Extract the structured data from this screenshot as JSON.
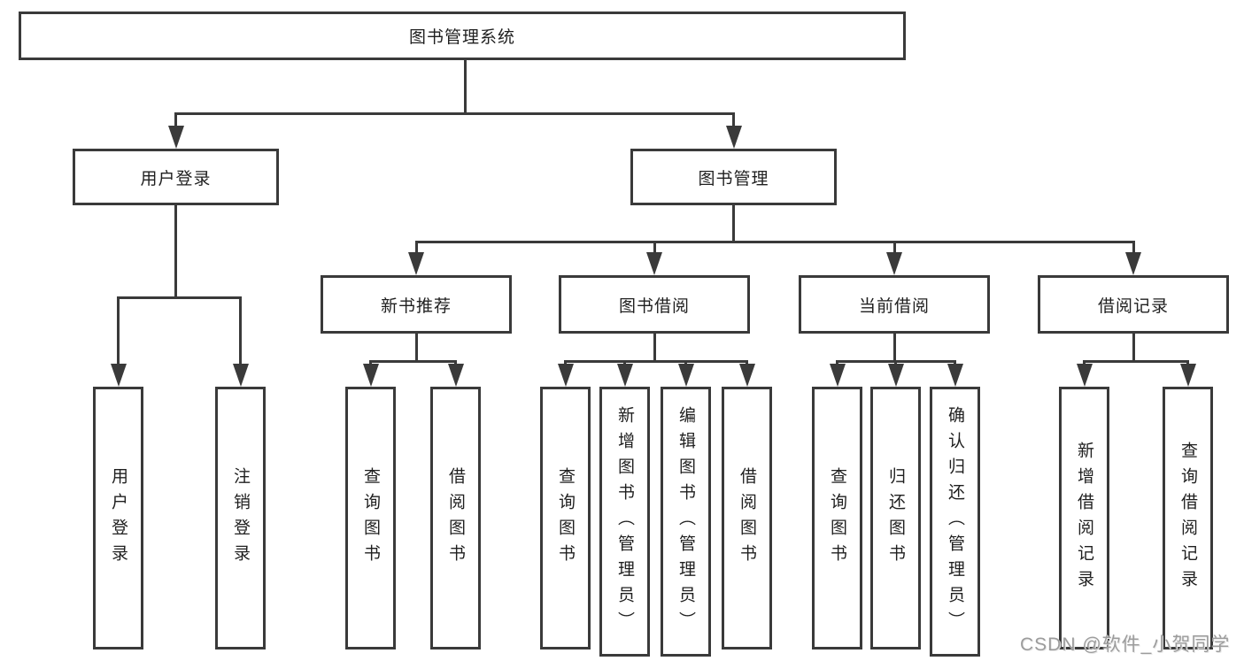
{
  "diagram": {
    "root": {
      "label": "图书管理系统"
    },
    "level2": {
      "user_login": {
        "label": "用户登录"
      },
      "book_management": {
        "label": "图书管理"
      }
    },
    "level3": {
      "new_book_recommend": {
        "label": "新书推荐"
      },
      "book_borrow": {
        "label": "图书借阅"
      },
      "current_borrow": {
        "label": "当前借阅"
      },
      "borrow_records": {
        "label": "借阅记录"
      }
    },
    "leaves": {
      "user_login": {
        "label": "用户登录"
      },
      "logout": {
        "label": "注销登录"
      },
      "recommend_query_books": {
        "label": "查询图书"
      },
      "recommend_borrow_books": {
        "label": "借阅图书"
      },
      "borrow_query_books": {
        "label": "查询图书"
      },
      "borrow_add_books": {
        "label": "新增图书（管理员）"
      },
      "borrow_edit_books": {
        "label": "编辑图书（管理员）"
      },
      "borrow_borrow_books": {
        "label": "借阅图书"
      },
      "current_query_books": {
        "label": "查询图书"
      },
      "current_return_books": {
        "label": "归还图书"
      },
      "current_confirm_return": {
        "label": "确认归还（管理员）"
      },
      "records_add_record": {
        "label": "新增借阅记录"
      },
      "records_query_record": {
        "label": "查询借阅记录"
      }
    }
  },
  "watermark": {
    "text": "CSDN @软件_小贺同学"
  },
  "colors": {
    "line": "#3a3a3a",
    "text": "#1f1f1f",
    "watermark": "#9c9c9c",
    "background": "#ffffff"
  }
}
